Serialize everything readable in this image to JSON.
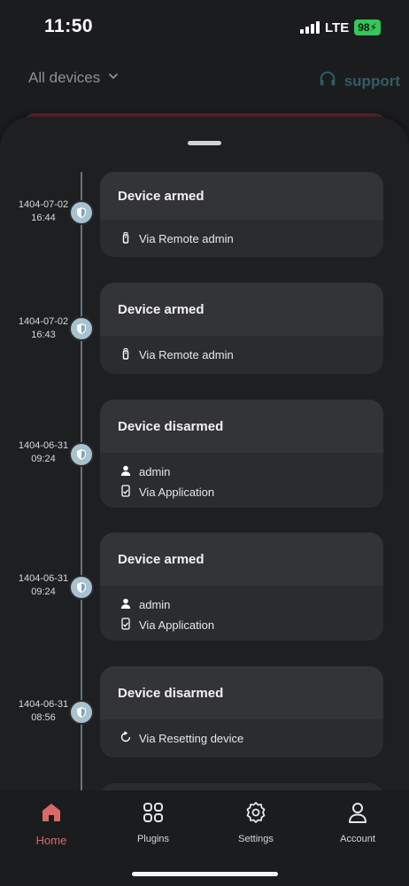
{
  "status_bar": {
    "time": "11:50",
    "network": "LTE",
    "battery": "98"
  },
  "header": {
    "device_selector": "All devices",
    "support_label": "support"
  },
  "events": [
    {
      "date": "1404-07-02",
      "time": "16:44",
      "title": "Device armed",
      "rows": [
        {
          "icon": "remote-icon",
          "text": "Via Remote admin"
        }
      ]
    },
    {
      "date": "1404-07-02",
      "time": "16:43",
      "title": "Device armed",
      "rows": [
        {
          "icon": "remote-icon",
          "text": "Via Remote admin"
        }
      ]
    },
    {
      "date": "1404-06-31",
      "time": "09:24",
      "title": "Device disarmed",
      "rows": [
        {
          "icon": "user-icon",
          "text": "admin"
        },
        {
          "icon": "phone-icon",
          "text": "Via Application"
        }
      ]
    },
    {
      "date": "1404-06-31",
      "time": "09:24",
      "title": "Device armed",
      "rows": [
        {
          "icon": "user-icon",
          "text": "admin"
        },
        {
          "icon": "phone-icon",
          "text": "Via Application"
        }
      ]
    },
    {
      "date": "1404-06-31",
      "time": "08:56",
      "title": "Device disarmed",
      "rows": [
        {
          "icon": "reset-icon",
          "text": "Via Resetting device"
        }
      ]
    }
  ],
  "tabs": [
    {
      "label": "Home",
      "icon": "home-icon",
      "active": true
    },
    {
      "label": "Plugins",
      "icon": "grid-icon"
    },
    {
      "label": "Settings",
      "icon": "gear-icon"
    },
    {
      "label": "Account",
      "icon": "user-icon"
    }
  ],
  "colors": {
    "accent": "#d86a68",
    "marker": "#a9c2d0",
    "support": "#2f5e66",
    "battery": "#34c759"
  }
}
